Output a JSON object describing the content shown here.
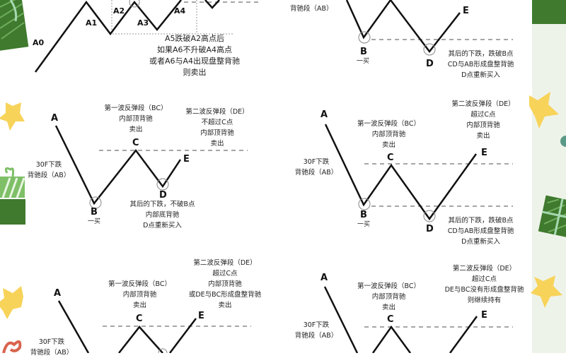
{
  "theme": {
    "background": "#ffffff",
    "line_color": "#111111",
    "dash_color": "#888888",
    "star_color": "#f7d35a",
    "gift_green": "#3f7a2e",
    "gift_light": "#a6d9b0",
    "right_strip": "#eef3ea"
  },
  "diagrams": [
    {
      "id": "top-left",
      "points": {
        "A0": "A0",
        "A1": "A1",
        "A2": "A2",
        "A3": "A3",
        "A4": "A4"
      },
      "note": [
        "A5跌破A2高点后",
        "如果A6不升破A4高点",
        "或者A6与A4出现盘整背驰",
        "则卖出"
      ]
    },
    {
      "id": "top-right",
      "left_note": [
        "背驰段（AB）"
      ],
      "labels": {
        "B": "B",
        "D": "D",
        "E": "E"
      },
      "b_note": "一买",
      "d_note": [
        "其后的下跌，跌破B点",
        "CD与AB形成盘整背驰",
        "D点重新买入"
      ]
    },
    {
      "id": "middle-left",
      "labels": {
        "A": "A",
        "B": "B",
        "C": "C",
        "D": "D",
        "E": "E"
      },
      "left_note": [
        "30F下跌",
        "背驰段（AB）"
      ],
      "bc_note": [
        "第一波反弹段（BC）",
        "内部顶背驰",
        "卖出"
      ],
      "de_note": [
        "第二波反弹段（DE）",
        "不超过C点",
        "内部顶背驰",
        "卖出"
      ],
      "b_note": "一买",
      "d_note": [
        "其后的下跌，不破B点",
        "内部底背驰",
        "D点重新买入"
      ]
    },
    {
      "id": "middle-right",
      "labels": {
        "A": "A",
        "B": "B",
        "C": "C",
        "D": "D",
        "E": "E"
      },
      "left_note": [
        "30F下跌",
        "背驰段（AB）"
      ],
      "bc_note": [
        "第一波反弹段（BC）",
        "内部顶背驰",
        "卖出"
      ],
      "de_note": [
        "第二波反弹段（DE）",
        "超过C点",
        "内部顶背驰",
        "卖出"
      ],
      "b_note": "一买",
      "d_note": [
        "其后的下跌，跌破B点",
        "CD与AB形成盘整背驰",
        "D点重新买入"
      ]
    },
    {
      "id": "bottom-left",
      "labels": {
        "A": "A",
        "C": "C",
        "E": "E"
      },
      "left_note": [
        "30F下跌",
        "背驰段（AB）"
      ],
      "bc_note": [
        "第一波反弹段（BC）",
        "内部顶背驰",
        "卖出"
      ],
      "de_note": [
        "第二波反弹段（DE）",
        "超过C点",
        "内部顶背驰",
        "或DE与BC形成盘整背驰",
        "卖出"
      ]
    },
    {
      "id": "bottom-right",
      "labels": {
        "A": "A",
        "C": "C",
        "E": "E"
      },
      "left_note": [
        "30F下跌",
        "背驰段（AB）"
      ],
      "bc_note": [
        "第一波反弹段（BC）",
        "内部顶背驰",
        "卖出"
      ],
      "de_note": [
        "第二波反弹段（DE）",
        "超过C点",
        "DE与BC没有形成盘整背驰",
        "则继续持有"
      ]
    }
  ]
}
